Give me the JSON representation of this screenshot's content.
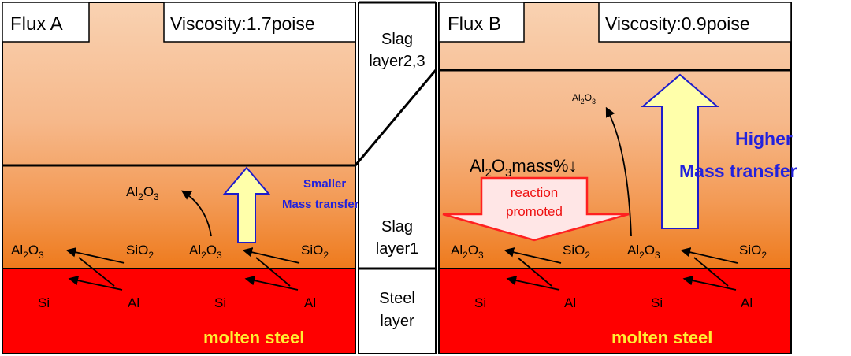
{
  "panel_a": {
    "title": "Flux A",
    "viscosity": "Viscosity:1.7poise",
    "molten_steel": "molten steel",
    "reactant_1": "Al",
    "reactant_1_sub": "2",
    "reactant_1_mid": "O",
    "reactant_1_sub2": "3",
    "al2o3_upper": "Al2O3",
    "mass_transfer_line1": "Smaller",
    "mass_transfer_line2": "Mass transfer",
    "left_pair": {
      "top_left": "Al2O3",
      "top_right": "SiO2",
      "bottom_left": "Si",
      "bottom_right": "Al"
    },
    "right_pair": {
      "top_left": "Al2O3",
      "top_right": "SiO2",
      "bottom_left": "Si",
      "bottom_right": "Al"
    }
  },
  "panel_b": {
    "title": "Flux B",
    "viscosity": "Viscosity:0.9poise",
    "molten_steel": "molten steel",
    "al2o3_upper": "Al2O3",
    "mass_percent": "Al2O3mass%↓",
    "reaction_line1": "reaction",
    "reaction_line2": "promoted",
    "mass_transfer_line1": "Higher",
    "mass_transfer_line2": "Mass transfer",
    "left_pair": {
      "top_left": "Al2O3",
      "top_right": "SiO2",
      "bottom_left": "Si",
      "bottom_right": "Al"
    },
    "right_pair": {
      "top_left": "Al2O3",
      "top_right": "SiO2",
      "bottom_left": "Si",
      "bottom_right": "Al"
    }
  },
  "middle": {
    "slag_23_line1": "Slag",
    "slag_23_line2": "layer2,3",
    "slag_1_line1": "Slag",
    "slag_1_line2": "layer1",
    "steel_line1": "Steel",
    "steel_line2": "layer"
  },
  "colors": {
    "steel": "#ff0000",
    "slag_top": "#f8c9a4",
    "slag_bottom": "#f07d1e",
    "up_arrow_fill": "#ffffaa",
    "up_arrow_stroke": "#1c1ccc",
    "mass_text": "#2222dd",
    "molten_text": "#ffee33",
    "reaction_fill": "#ffe6e6",
    "reaction_stroke": "#ff2020",
    "reaction_text": "#ee1111"
  }
}
